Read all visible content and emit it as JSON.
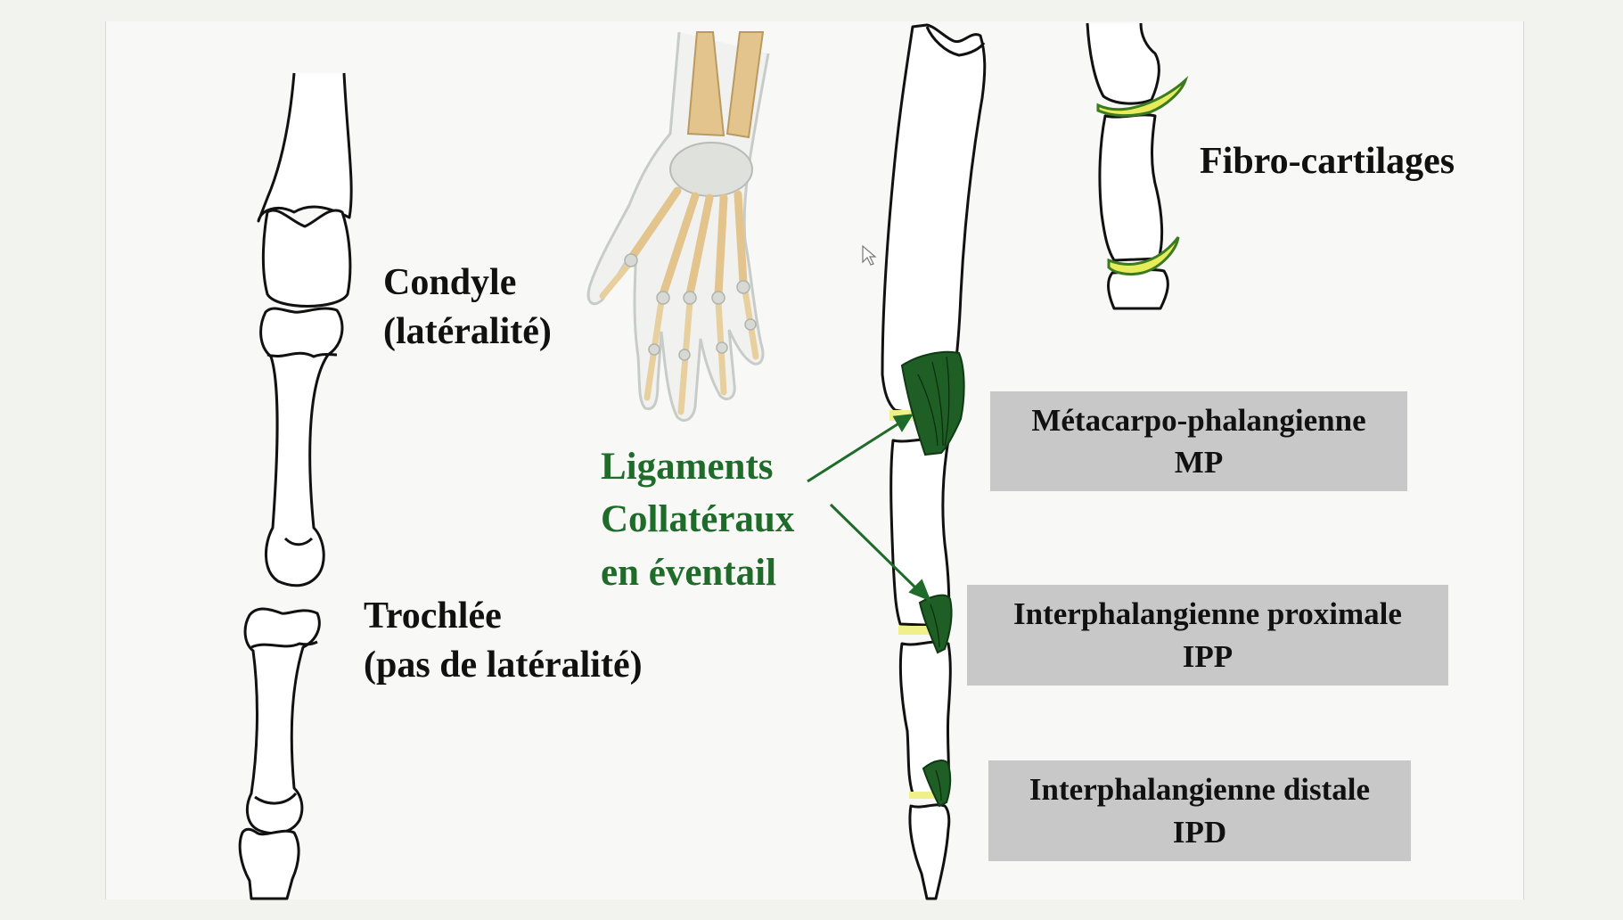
{
  "labels": {
    "condyle_title": "Condyle",
    "condyle_sub": "(latéralité)",
    "trochlee_title": "Trochlée",
    "trochlee_sub": "(pas de latéralité)",
    "fibro": "Fibro-cartilages",
    "ligaments_line1": "Ligaments",
    "ligaments_line2": "Collatéraux",
    "ligaments_line3": "en éventail"
  },
  "joints": [
    {
      "name": "Métacarpo-phalangienne",
      "abbr": "MP"
    },
    {
      "name": "Interphalangienne proximale",
      "abbr": "IPP"
    },
    {
      "name": "Interphalangienne distale",
      "abbr": "IPD"
    }
  ],
  "colors": {
    "ligament_green": "#1f5e25",
    "label_green": "#1f6b2a",
    "cartilage_yellow": "#e6ec5a",
    "box_gray": "#c8c8c8",
    "bone_tan": "#e3c48d"
  }
}
